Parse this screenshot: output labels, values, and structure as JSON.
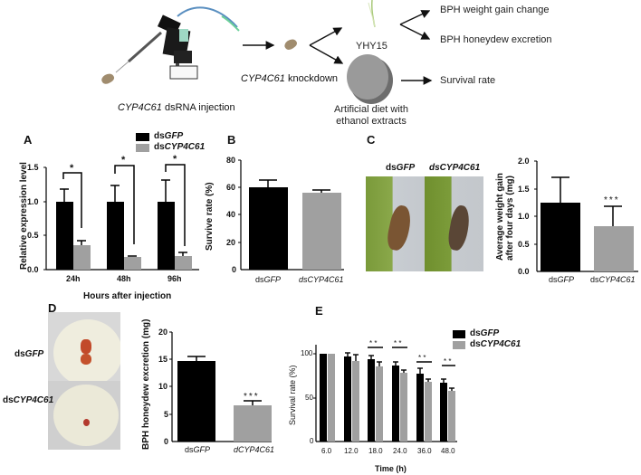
{
  "diagram": {
    "injection_label_gene": "CYP4C61",
    "injection_label_rest": " dsRNA injection",
    "knockdown_label_gene": "CYP4C61",
    "knockdown_label_rest": " knockdown",
    "plant_label": "YHY15",
    "diet_label_line1": "Artificial diet with",
    "diet_label_line2": "ethanol extracts",
    "outcomes": [
      "BPH weight gain change",
      "BPH honeydew excretion",
      "Survival rate"
    ]
  },
  "legend": {
    "ds_prefix": "ds",
    "gfp": "GFP",
    "cyp": "CYP4C61"
  },
  "colors": {
    "dsGFP": "#000000",
    "dsCYP4C61": "#a0a0a0"
  },
  "chart_data": [
    {
      "panel": "A",
      "type": "bar",
      "title": "",
      "xlabel": "Hours after injection",
      "ylabel": "Relative expression level",
      "ylim": [
        0,
        1.5
      ],
      "yticks": [
        "0.0",
        "0.5",
        "1.0",
        "1.5"
      ],
      "categories": [
        "24h",
        "48h",
        "96h"
      ],
      "series": [
        {
          "name": "dsGFP",
          "values": [
            1.0,
            1.0,
            1.0
          ],
          "errors": [
            0.19,
            0.24,
            0.32
          ]
        },
        {
          "name": "dsCYP4C61",
          "values": [
            0.36,
            0.18,
            0.2
          ],
          "errors": [
            0.06,
            0.01,
            0.05
          ]
        }
      ],
      "annotations": [
        "*",
        "*",
        "*"
      ],
      "legend_position": "top"
    },
    {
      "panel": "B",
      "type": "bar",
      "xlabel": "",
      "ylabel": "Survive rate (%)",
      "ylim": [
        0,
        80
      ],
      "yticks": [
        "0",
        "20",
        "40",
        "60",
        "80"
      ],
      "categories": [
        "dsGFP",
        "dsCYP4C61"
      ],
      "values": [
        60,
        56
      ],
      "errors": [
        5,
        1.5
      ]
    },
    {
      "panel": "C",
      "type": "bar",
      "xlabel": "",
      "ylabel": "Average weight gain after four days (mg)",
      "ylim": [
        0,
        2.0
      ],
      "yticks": [
        "0.0",
        "0.5",
        "1.0",
        "1.5",
        "2.0"
      ],
      "categories": [
        "dsGFP",
        "dsCYP4C61"
      ],
      "values": [
        1.24,
        0.82
      ],
      "errors": [
        0.44,
        0.35
      ],
      "annotations": [
        "",
        "***"
      ],
      "photo_labels": [
        "dsGFP",
        "dsCYP4C61"
      ]
    },
    {
      "panel": "D",
      "type": "bar",
      "xlabel": "",
      "ylabel": "BPH honeydew excretion (mg)",
      "ylim": [
        0,
        20
      ],
      "yticks": [
        "0",
        "5",
        "10",
        "15",
        "20"
      ],
      "categories": [
        "dsGFP",
        "dCYP4C61"
      ],
      "values": [
        14.6,
        6.5
      ],
      "errors": [
        0.8,
        0.7
      ],
      "annotations": [
        "",
        "***"
      ],
      "photo_labels": [
        "dsGFP",
        "dsCYP4C61"
      ]
    },
    {
      "panel": "E",
      "type": "bar",
      "xlabel": "Time (h)",
      "ylabel": "Survival rate (%)",
      "ylim": [
        0,
        100
      ],
      "yticks": [
        "0",
        "50",
        "100"
      ],
      "categories": [
        "6.0",
        "12.0",
        "18.0",
        "24.0",
        "36.0",
        "48.0"
      ],
      "series": [
        {
          "name": "dsGFP",
          "values": [
            100,
            97,
            94,
            87,
            77,
            67
          ],
          "errors": [
            0,
            4,
            4,
            4,
            6,
            4
          ]
        },
        {
          "name": "dsCYP4C61",
          "values": [
            100,
            92,
            86,
            78,
            68,
            58
          ],
          "errors": [
            0,
            7,
            4,
            3,
            3,
            3
          ]
        }
      ],
      "annotations": [
        "",
        "",
        "**",
        "**",
        "**",
        "**"
      ],
      "legend_position": "top-right"
    }
  ],
  "panels": {
    "A": {
      "letter": "A",
      "xlabel": "Hours after injection",
      "ylabel": "Relative expression level",
      "yticks": [
        "1.5",
        "1.0",
        "0.5",
        "0.0"
      ],
      "cats": [
        "24h",
        "48h",
        "96h"
      ],
      "star": "*"
    },
    "B": {
      "letter": "B",
      "ylabel": "Survive rate (%)",
      "yticks": [
        "80",
        "60",
        "40",
        "20",
        "0"
      ],
      "cat_prefix": "ds",
      "cat1": "GFP",
      "cat2": "CYP4C61"
    },
    "C": {
      "letter": "C",
      "ylabel1": "Average weight gain",
      "ylabel2": "after four days (mg)",
      "yticks": [
        "2.0",
        "1.5",
        "1.0",
        "0.5",
        "0.0"
      ],
      "stars": "***",
      "cat_prefix": "ds",
      "cat1": "GFP",
      "cat2": "CYP4C61",
      "photo_label_prefix": "ds",
      "photo_label1": "GFP",
      "photo_label2": "CYP4C61"
    },
    "D": {
      "letter": "D",
      "ylabel": "BPH honeydew excretion (mg)",
      "yticks": [
        "20",
        "15",
        "10",
        "5",
        "0"
      ],
      "stars": "***",
      "cat1_prefix": "ds",
      "cat1": "GFP",
      "cat2_prefix": "d",
      "cat2": "CYP4C61",
      "photo_label_prefix": "ds",
      "photo_label1": "GFP",
      "photo_label2": "CYP4C61"
    },
    "E": {
      "letter": "E",
      "xlabel": "Time (h)",
      "ylabel": "Survival rate (%)",
      "yticks": [
        "100",
        "50",
        "0"
      ],
      "cats": [
        "6.0",
        "12.0",
        "18.0",
        "24.0",
        "36.0",
        "48.0"
      ],
      "stars": "* *"
    }
  }
}
